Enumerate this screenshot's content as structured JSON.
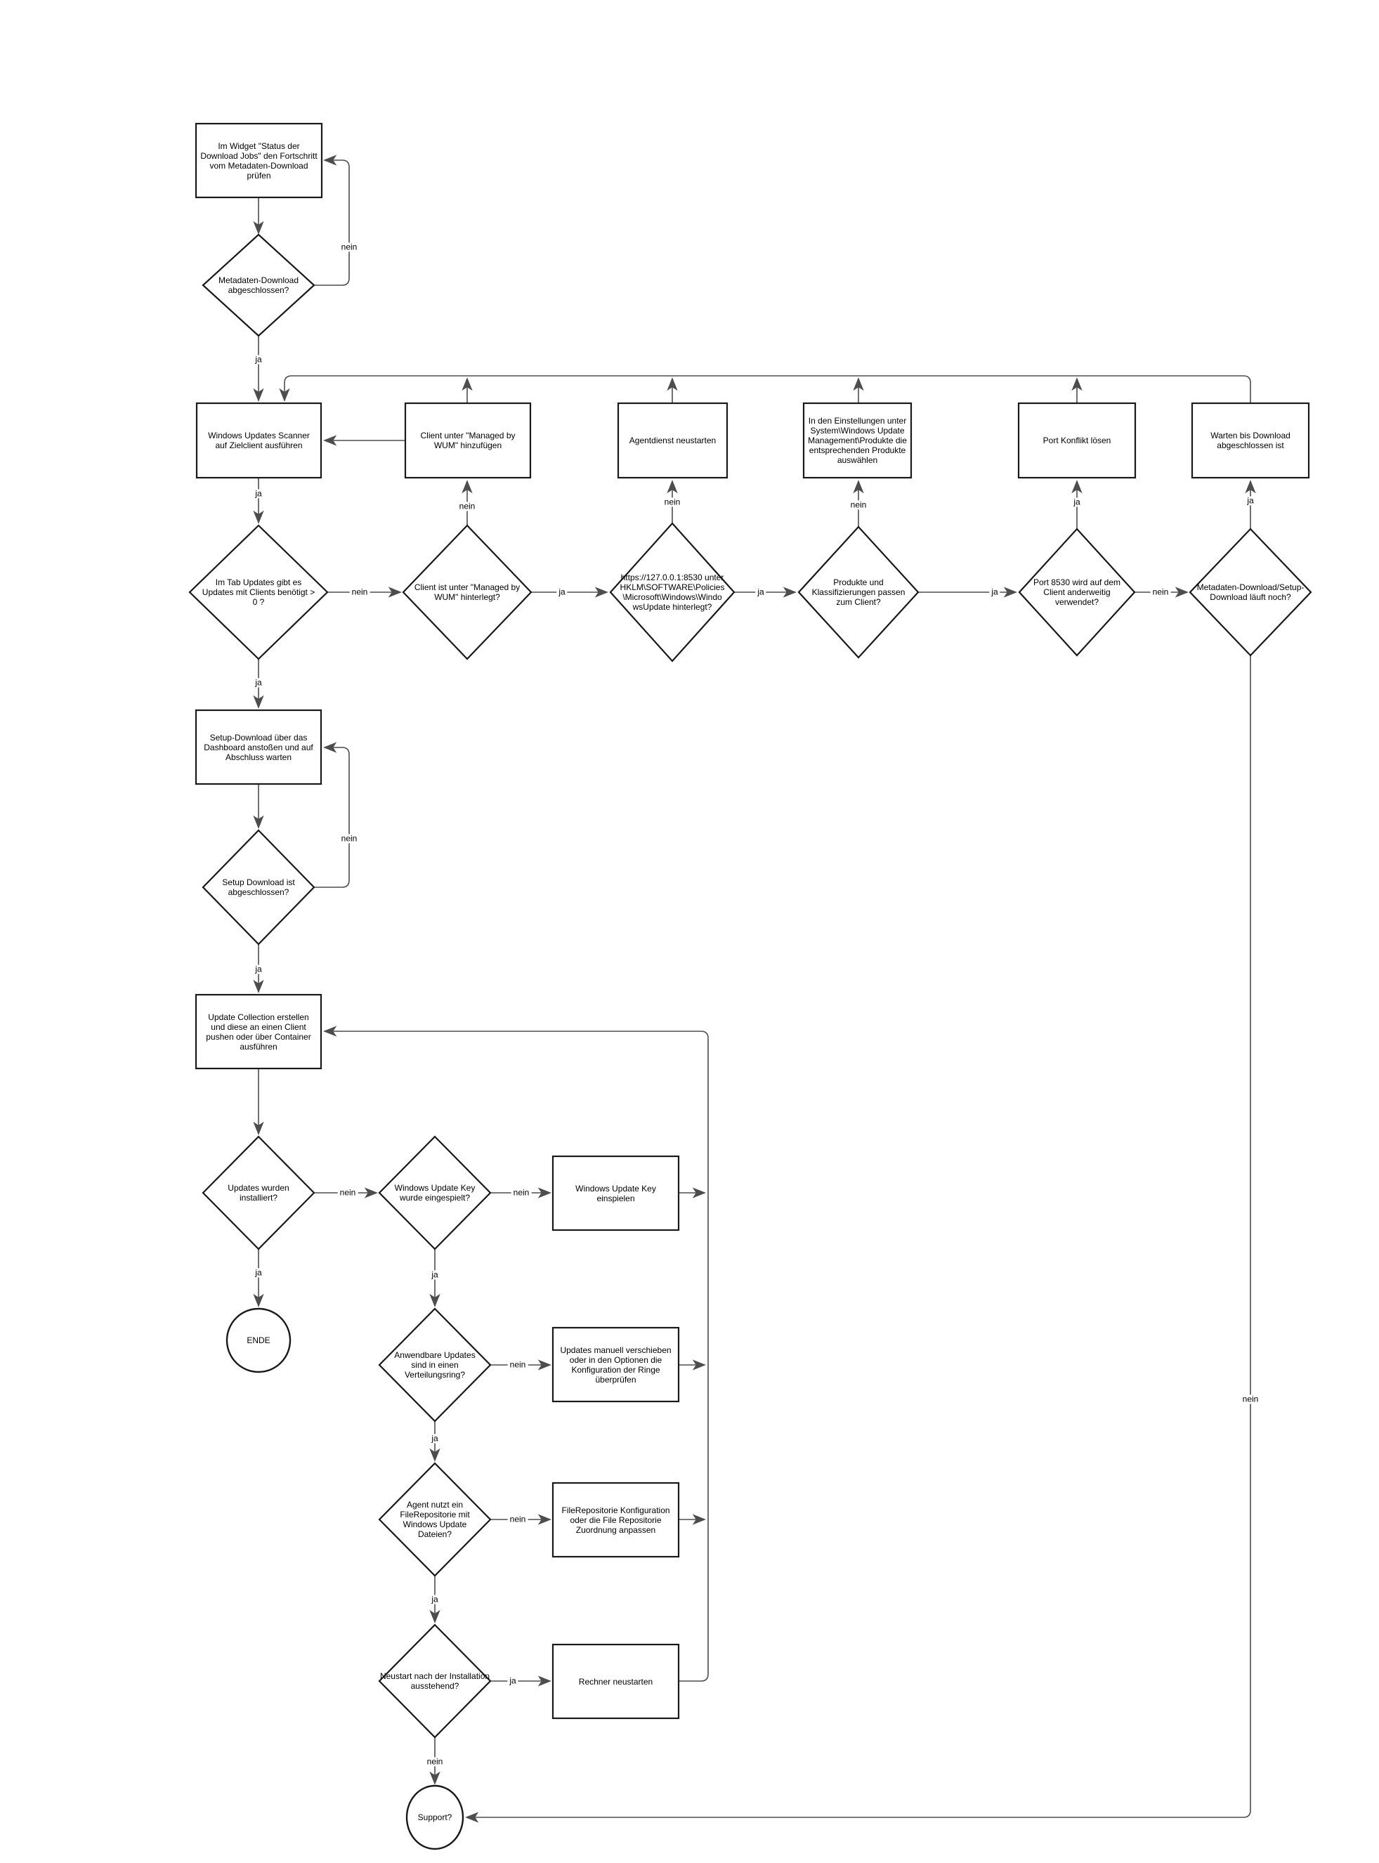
{
  "diagram": {
    "background_color": "#ffffff",
    "shape_stroke_color": "#191919",
    "connector_color": "#4d4d4d",
    "nodes": [
      {
        "id": "check-download-widget",
        "type": "process",
        "label": "Im Widget \"Status der Download Jobs\" den Fortschritt vom Metadaten-Download prüfen"
      },
      {
        "id": "metadata-download-complete",
        "type": "decision",
        "label": "Metadaten-Download abgeschlossen?"
      },
      {
        "id": "run-update-scanner",
        "type": "process",
        "label": "Windows Updates Scanner auf Zielclient ausführen"
      },
      {
        "id": "add-client-wum",
        "type": "process",
        "label": "Client unter \"Managed by WUM\" hinzufügen"
      },
      {
        "id": "restart-agent-service",
        "type": "process",
        "label": "Agentdienst neustarten"
      },
      {
        "id": "select-products",
        "type": "process",
        "label": "In den Einstellungen unter System\\Windows Update Management\\Produkte die entsprechenden Produkte auswählen"
      },
      {
        "id": "resolve-port-conflict",
        "type": "process",
        "label": "Port Konflikt lösen"
      },
      {
        "id": "wait-download-complete",
        "type": "process",
        "label": "Warten bis Download abgeschlossen ist"
      },
      {
        "id": "updates-needed",
        "type": "decision",
        "label": "Im Tab Updates gibt es Updates mit Clients benötigt > 0 ?"
      },
      {
        "id": "client-under-wum",
        "type": "decision",
        "label": "Client ist unter \"Managed by WUM\" hinterlegt?"
      },
      {
        "id": "registry-url-set",
        "type": "decision",
        "label": "https://127.0.0.1:8530 unter HKLM\\SOFTWARE\\Policies\\Microsoft\\Windows\\WindowsUpdate hinterlegt?"
      },
      {
        "id": "products-match",
        "type": "decision",
        "label": "Produkte und Klassifizierungen passen zum Client?"
      },
      {
        "id": "port-8530-in-use",
        "type": "decision",
        "label": "Port 8530 wird auf dem Client anderweitig verwendet?"
      },
      {
        "id": "download-running",
        "type": "decision",
        "label": "Metadaten-Download/Setup-Download läuft noch?"
      },
      {
        "id": "start-setup-download",
        "type": "process",
        "label": "Setup-Download über das Dashboard anstoßen und auf Abschluss warten"
      },
      {
        "id": "setup-download-complete",
        "type": "decision",
        "label": "Setup Download ist abgeschlossen?"
      },
      {
        "id": "create-update-collection",
        "type": "process",
        "label": "Update Collection erstellen und diese an einen Client pushen oder über Container ausführen"
      },
      {
        "id": "updates-installed",
        "type": "decision",
        "label": "Updates wurden installiert?"
      },
      {
        "id": "update-key-applied",
        "type": "decision",
        "label": "Windows Update Key wurde eingespielt?"
      },
      {
        "id": "apply-update-key",
        "type": "process",
        "label": "Windows Update Key einspielen"
      },
      {
        "id": "ende",
        "type": "terminal",
        "label": "ENDE"
      },
      {
        "id": "updates-in-ring",
        "type": "decision",
        "label": "Anwendbare Updates sind in einen Verteilungsring?"
      },
      {
        "id": "move-updates-manually",
        "type": "process",
        "label": "Updates manuell verschieben oder in den Optionen die Konfiguration der Ringe überprüfen"
      },
      {
        "id": "agent-uses-filerepo",
        "type": "decision",
        "label": "Agent nutzt ein FileRepositorie mit Windows Update Dateien?"
      },
      {
        "id": "adjust-filerepo-config",
        "type": "process",
        "label": "FileRepositorie Konfiguration oder die File Repositorie Zuordnung anpassen"
      },
      {
        "id": "restart-pending",
        "type": "decision",
        "label": "Neustart nach der Installation ausstehend?"
      },
      {
        "id": "restart-computer",
        "type": "process",
        "label": "Rechner neustarten"
      },
      {
        "id": "support",
        "type": "terminal",
        "label": "Support?"
      }
    ],
    "edges": [
      {
        "from": "check-download-widget",
        "to": "metadata-download-complete",
        "label": ""
      },
      {
        "from": "metadata-download-complete",
        "to": "check-download-widget",
        "label": "nein"
      },
      {
        "from": "metadata-download-complete",
        "to": "run-update-scanner",
        "label": "ja"
      },
      {
        "from": "wait-download-complete",
        "to": "run-update-scanner",
        "label": ""
      },
      {
        "from": "add-client-wum",
        "to": "run-update-scanner",
        "label": ""
      },
      {
        "from": "add-client-wum",
        "to": "return-line",
        "label": ""
      },
      {
        "from": "restart-agent-service",
        "to": "return-line",
        "label": ""
      },
      {
        "from": "select-products",
        "to": "return-line",
        "label": ""
      },
      {
        "from": "resolve-port-conflict",
        "to": "return-line",
        "label": ""
      },
      {
        "from": "run-update-scanner",
        "to": "updates-needed",
        "label": "ja"
      },
      {
        "from": "updates-needed",
        "to": "client-under-wum",
        "label": "nein"
      },
      {
        "from": "client-under-wum",
        "to": "add-client-wum",
        "label": "nein"
      },
      {
        "from": "client-under-wum",
        "to": "registry-url-set",
        "label": "ja"
      },
      {
        "from": "registry-url-set",
        "to": "restart-agent-service",
        "label": "nein"
      },
      {
        "from": "registry-url-set",
        "to": "products-match",
        "label": "ja"
      },
      {
        "from": "products-match",
        "to": "select-products",
        "label": "nein"
      },
      {
        "from": "products-match",
        "to": "port-8530-in-use",
        "label": "ja"
      },
      {
        "from": "port-8530-in-use",
        "to": "resolve-port-conflict",
        "label": "ja"
      },
      {
        "from": "port-8530-in-use",
        "to": "download-running",
        "label": "nein"
      },
      {
        "from": "download-running",
        "to": "wait-download-complete",
        "label": "ja"
      },
      {
        "from": "download-running",
        "to": "support",
        "label": "nein"
      },
      {
        "from": "updates-needed",
        "to": "start-setup-download",
        "label": "ja"
      },
      {
        "from": "start-setup-download",
        "to": "setup-download-complete",
        "label": ""
      },
      {
        "from": "setup-download-complete",
        "to": "start-setup-download",
        "label": "nein"
      },
      {
        "from": "setup-download-complete",
        "to": "create-update-collection",
        "label": "ja"
      },
      {
        "from": "create-update-collection",
        "to": "updates-installed",
        "label": ""
      },
      {
        "from": "updates-installed",
        "to": "update-key-applied",
        "label": "nein"
      },
      {
        "from": "updates-installed",
        "to": "ende",
        "label": "ja"
      },
      {
        "from": "update-key-applied",
        "to": "apply-update-key",
        "label": "nein"
      },
      {
        "from": "apply-update-key",
        "to": "return-line-2",
        "label": ""
      },
      {
        "from": "update-key-applied",
        "to": "updates-in-ring",
        "label": "ja"
      },
      {
        "from": "updates-in-ring",
        "to": "move-updates-manually",
        "label": "nein"
      },
      {
        "from": "move-updates-manually",
        "to": "return-line-2",
        "label": ""
      },
      {
        "from": "updates-in-ring",
        "to": "agent-uses-filerepo",
        "label": "ja"
      },
      {
        "from": "agent-uses-filerepo",
        "to": "adjust-filerepo-config",
        "label": "nein"
      },
      {
        "from": "adjust-filerepo-config",
        "to": "return-line-2",
        "label": ""
      },
      {
        "from": "agent-uses-filerepo",
        "to": "restart-pending",
        "label": "ja"
      },
      {
        "from": "restart-pending",
        "to": "restart-computer",
        "label": "ja"
      },
      {
        "from": "restart-computer",
        "to": "create-update-collection",
        "label": ""
      },
      {
        "from": "restart-pending",
        "to": "support",
        "label": "nein"
      }
    ]
  }
}
